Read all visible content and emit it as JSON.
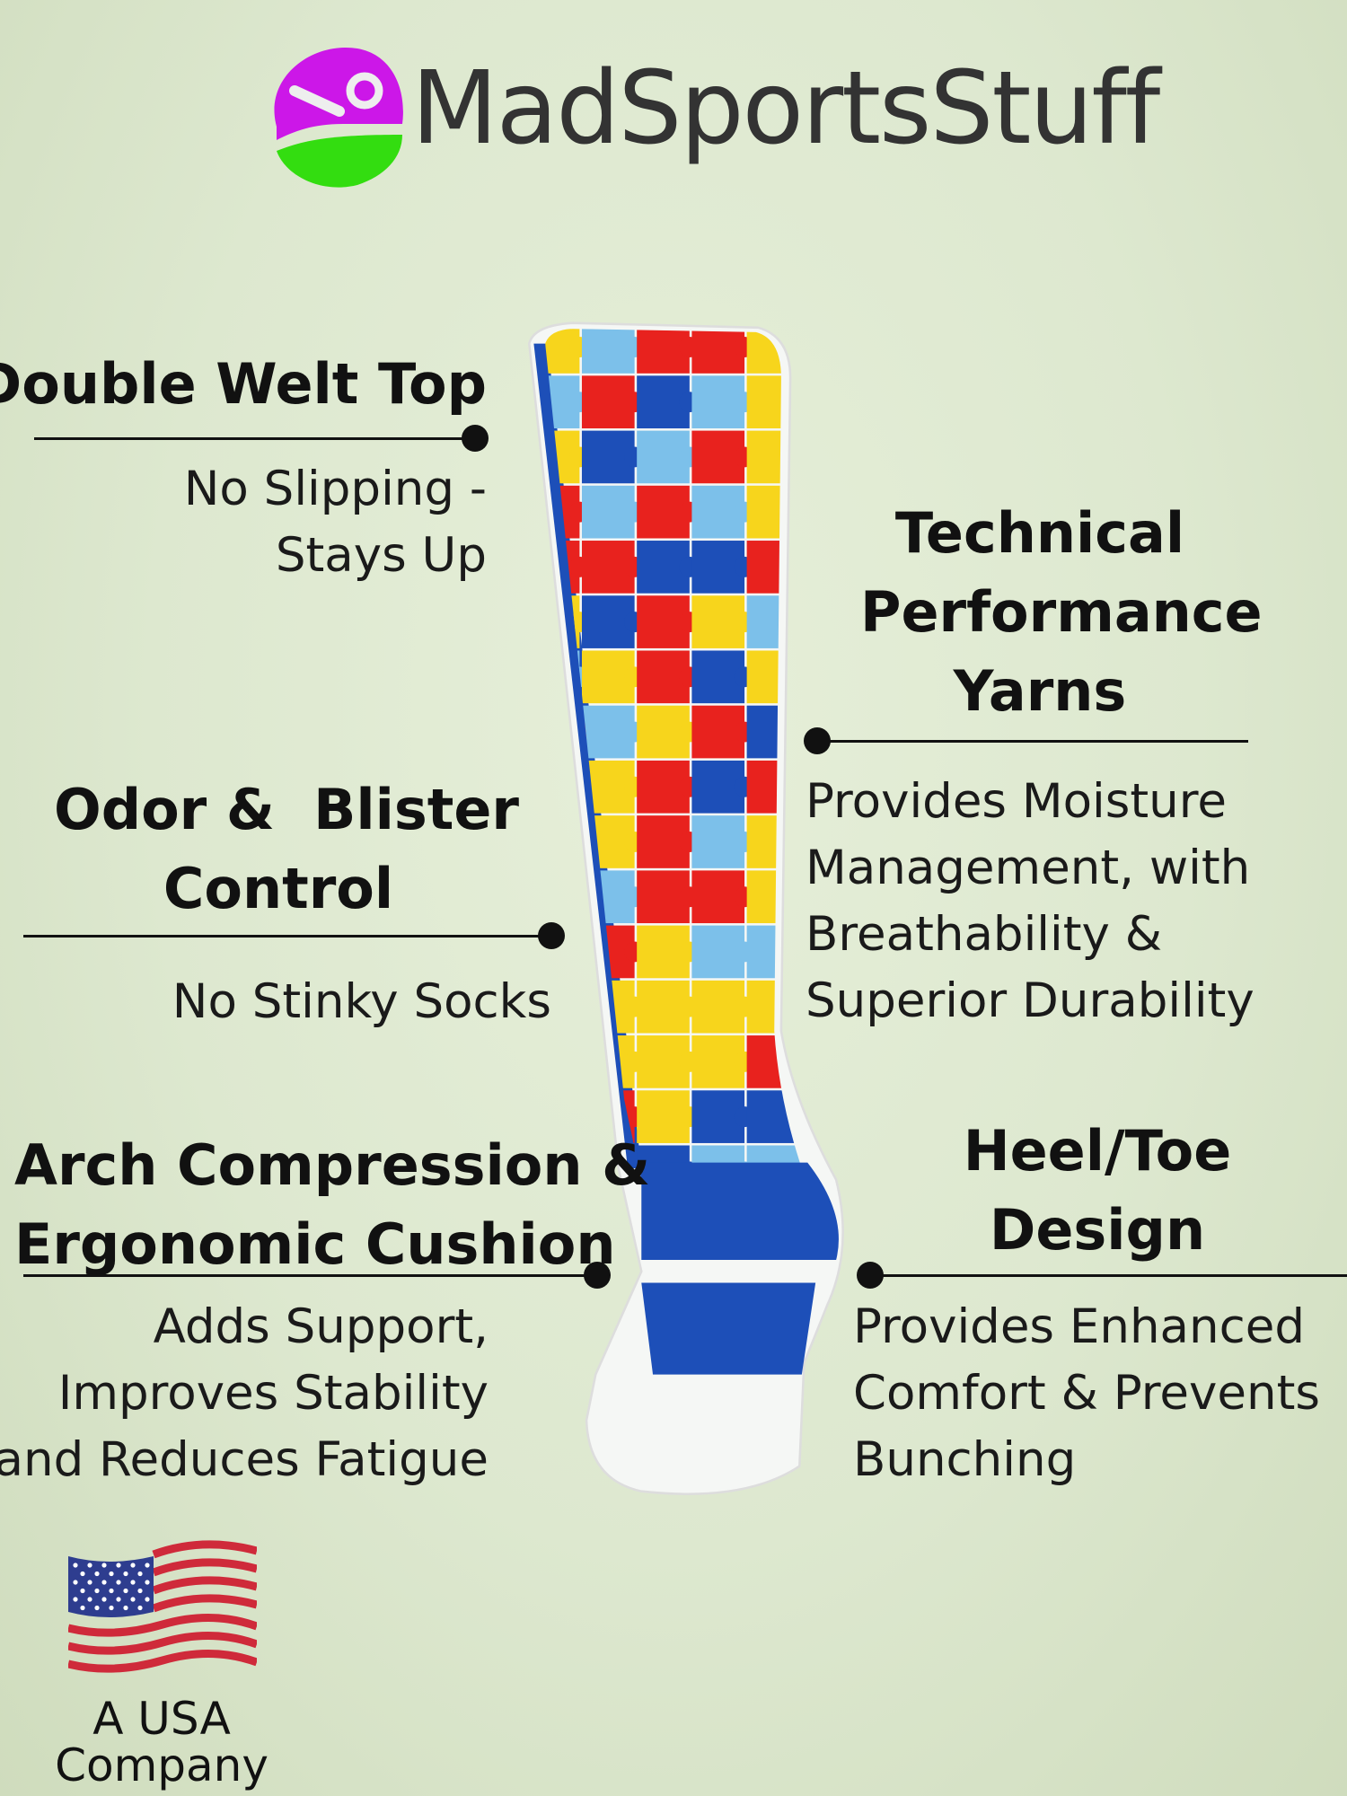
{
  "brand": {
    "name": "MadSportsStuff",
    "colors": {
      "magenta": "#cc17e8",
      "green": "#33dd10",
      "text": "#333333"
    }
  },
  "features": [
    {
      "title_lines": [
        "Double Welt Top"
      ],
      "desc_lines": [
        "No Slipping -",
        "Stays Up"
      ]
    },
    {
      "title_lines": [
        "Technical",
        "Performance",
        "Yarns"
      ],
      "desc_lines": [
        "Provides Moisture",
        "Management, with",
        "Breathability &",
        "Superior Durability"
      ]
    },
    {
      "title_lines": [
        "Odor &  Blister",
        "Control"
      ],
      "desc_lines": [
        "No Stinky Socks"
      ]
    },
    {
      "title_lines": [
        "Arch Compression &",
        "Ergonomic Cushion"
      ],
      "desc_lines": [
        "Adds Support,",
        "Improves Stability",
        "and Reduces Fatigue"
      ]
    },
    {
      "title_lines": [
        "Heel/Toe",
        "Design"
      ],
      "desc_lines": [
        "Provides Enhanced",
        "Comfort & Prevents",
        "Bunching"
      ]
    }
  ],
  "badge": {
    "lines": [
      "A USA",
      "Company"
    ]
  },
  "sock_colors": [
    "#e8221e",
    "#f7d51c",
    "#7cc0ea",
    "#1d4fb8"
  ]
}
